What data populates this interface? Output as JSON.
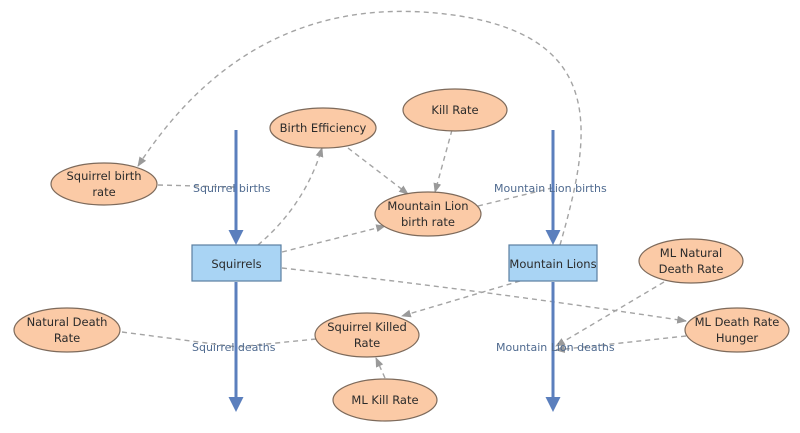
{
  "stocks": {
    "squirrels": "Squirrels",
    "mountain_lions": "Mountain Lions"
  },
  "flows": {
    "squirrel_births": "Squirrel births",
    "squirrel_deaths": "Squirrel deaths",
    "mountain_lion_births": "Mountain Lion births",
    "mountain_lion_deaths": "Mountain Lion deaths"
  },
  "variables": {
    "squirrel_birth_rate": [
      "Squirrel birth",
      "rate"
    ],
    "birth_efficiency": [
      "Birth Efficiency"
    ],
    "kill_rate": [
      "Kill Rate"
    ],
    "mountain_lion_birth_rate": [
      "Mountain Lion",
      "birth rate"
    ],
    "natural_death_rate": [
      "Natural Death",
      "Rate"
    ],
    "squirrel_killed_rate": [
      "Squirrel Killed",
      "Rate"
    ],
    "ml_kill_rate": [
      "ML Kill Rate"
    ],
    "ml_natural_death_rate": [
      "ML Natural",
      "Death Rate"
    ],
    "ml_death_rate_hunger": [
      "ML Death Rate",
      "Hunger"
    ]
  },
  "colors": {
    "flow": "#5b7fbd",
    "link": "#a4a4a4",
    "variable_fill": "#fbcaa6",
    "stock_fill": "#a9d4f4"
  }
}
